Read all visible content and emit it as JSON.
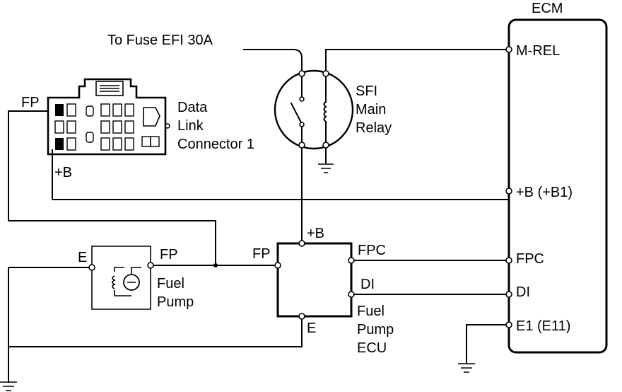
{
  "labels": {
    "ecm": "ECM",
    "m_rel": "M-REL",
    "plus_b_b1": "+B (+B1)",
    "fpc": "FPC",
    "di": "DI",
    "e1_e11": "E1 (E11)",
    "to_fuse": "To Fuse EFI 30A",
    "sfi_line1": "SFI",
    "sfi_line2": "Main",
    "sfi_line3": "Relay",
    "dlc_fp": "FP",
    "dlc_plus_b": "+B",
    "dlc_line1": "Data",
    "dlc_line2": "Link",
    "dlc_line3": "Connector 1",
    "pump_e": "E",
    "pump_fp": "FP",
    "pump_line1": "Fuel",
    "pump_line2": "Pump",
    "ecu_fp": "FP",
    "ecu_plus_b": "+B",
    "ecu_fpc": "FPC",
    "ecu_di": "DI",
    "ecu_e": "E",
    "ecu_line1": "Fuel",
    "ecu_line2": "Pump",
    "ecu_line3": "ECU"
  }
}
